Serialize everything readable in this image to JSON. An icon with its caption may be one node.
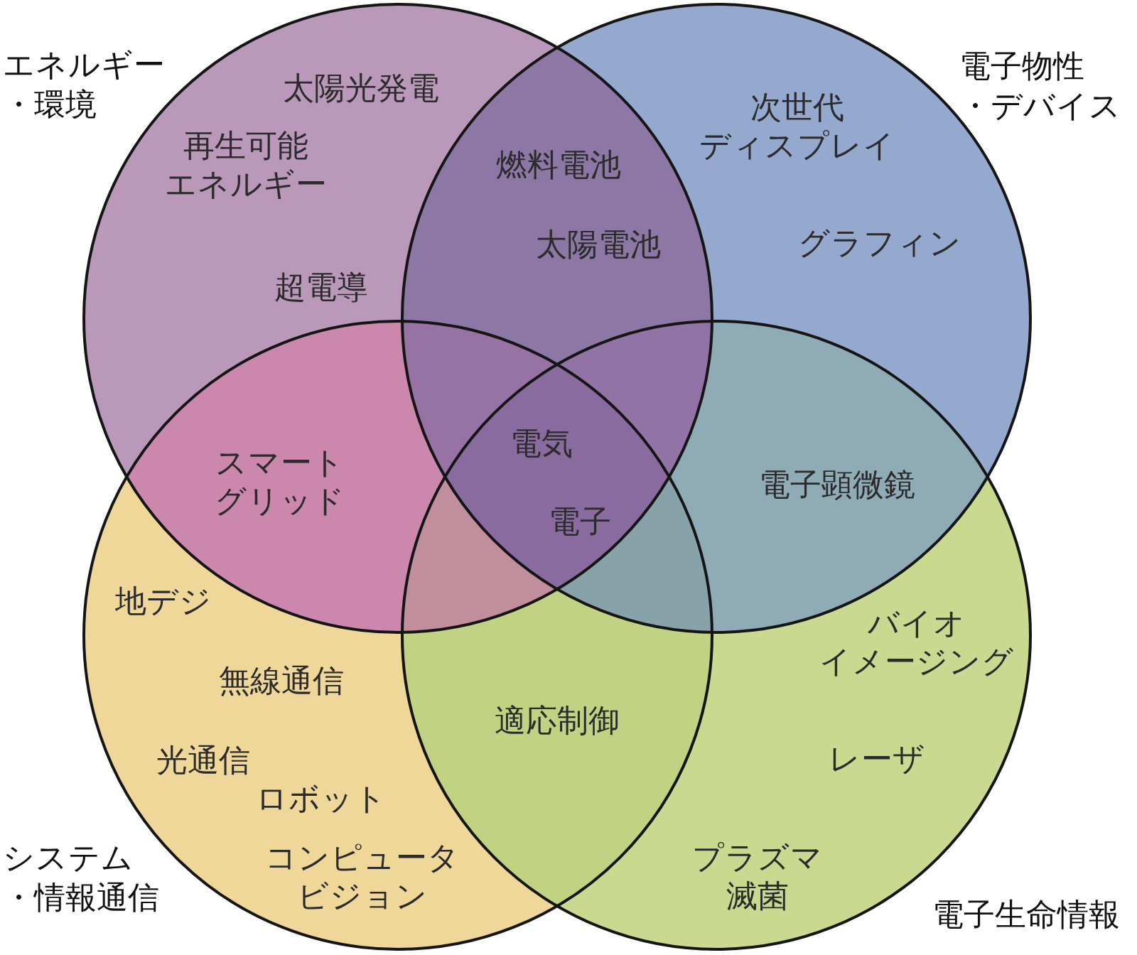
{
  "diagram": {
    "nodes": [
      {
        "text": [
          "エネルギー・環境",
          "太陽光発電",
          "再生可能エネルギー",
          "超電導"
        ]
      },
      {
        "text": [
          "電子物性・デバイス",
          "次世代ディスプレイ",
          "グラフィン"
        ]
      },
      {
        "text": [
          "システム・情報通信",
          "地デジ",
          "無線通信",
          "光通信",
          "ロボット",
          "コンピュータビジョン"
        ]
      },
      {
        "text": [
          "電子生命情報",
          "バイオイメージング",
          "レーザ",
          "プラズマ滅菌"
        ]
      }
    ],
    "labels": [
      "燃料電池",
      "太陽電池",
      "スマートグリッド",
      "電気",
      "電子",
      "電子顕微鏡",
      "適応制御"
    ]
  }
}
